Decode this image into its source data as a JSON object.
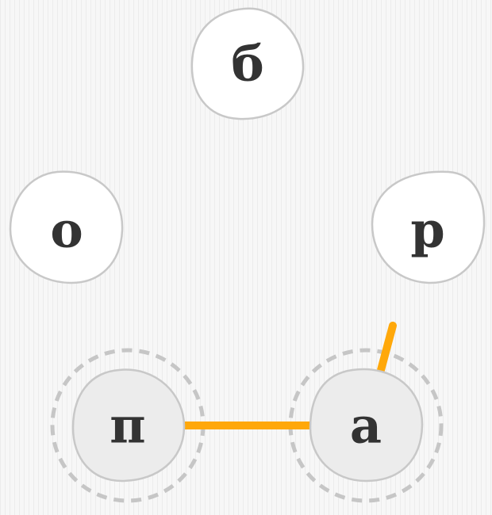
{
  "puzzle": {
    "tiles": [
      {
        "id": "b",
        "letter": "б",
        "state": "free"
      },
      {
        "id": "o",
        "letter": "о",
        "state": "free"
      },
      {
        "id": "r",
        "letter": "р",
        "state": "free"
      },
      {
        "id": "p",
        "letter": "п",
        "state": "selected"
      },
      {
        "id": "a",
        "letter": "а",
        "state": "selected"
      }
    ],
    "path": [
      "p",
      "a"
    ],
    "colors": {
      "background": "#f7f7f7",
      "link": "#ffa80a",
      "tile_free": "#ffffff",
      "tile_selected": "#ececec",
      "tile_border": "#c8c8c8",
      "ring": "#c6c6c6",
      "letter": "#333333"
    }
  }
}
